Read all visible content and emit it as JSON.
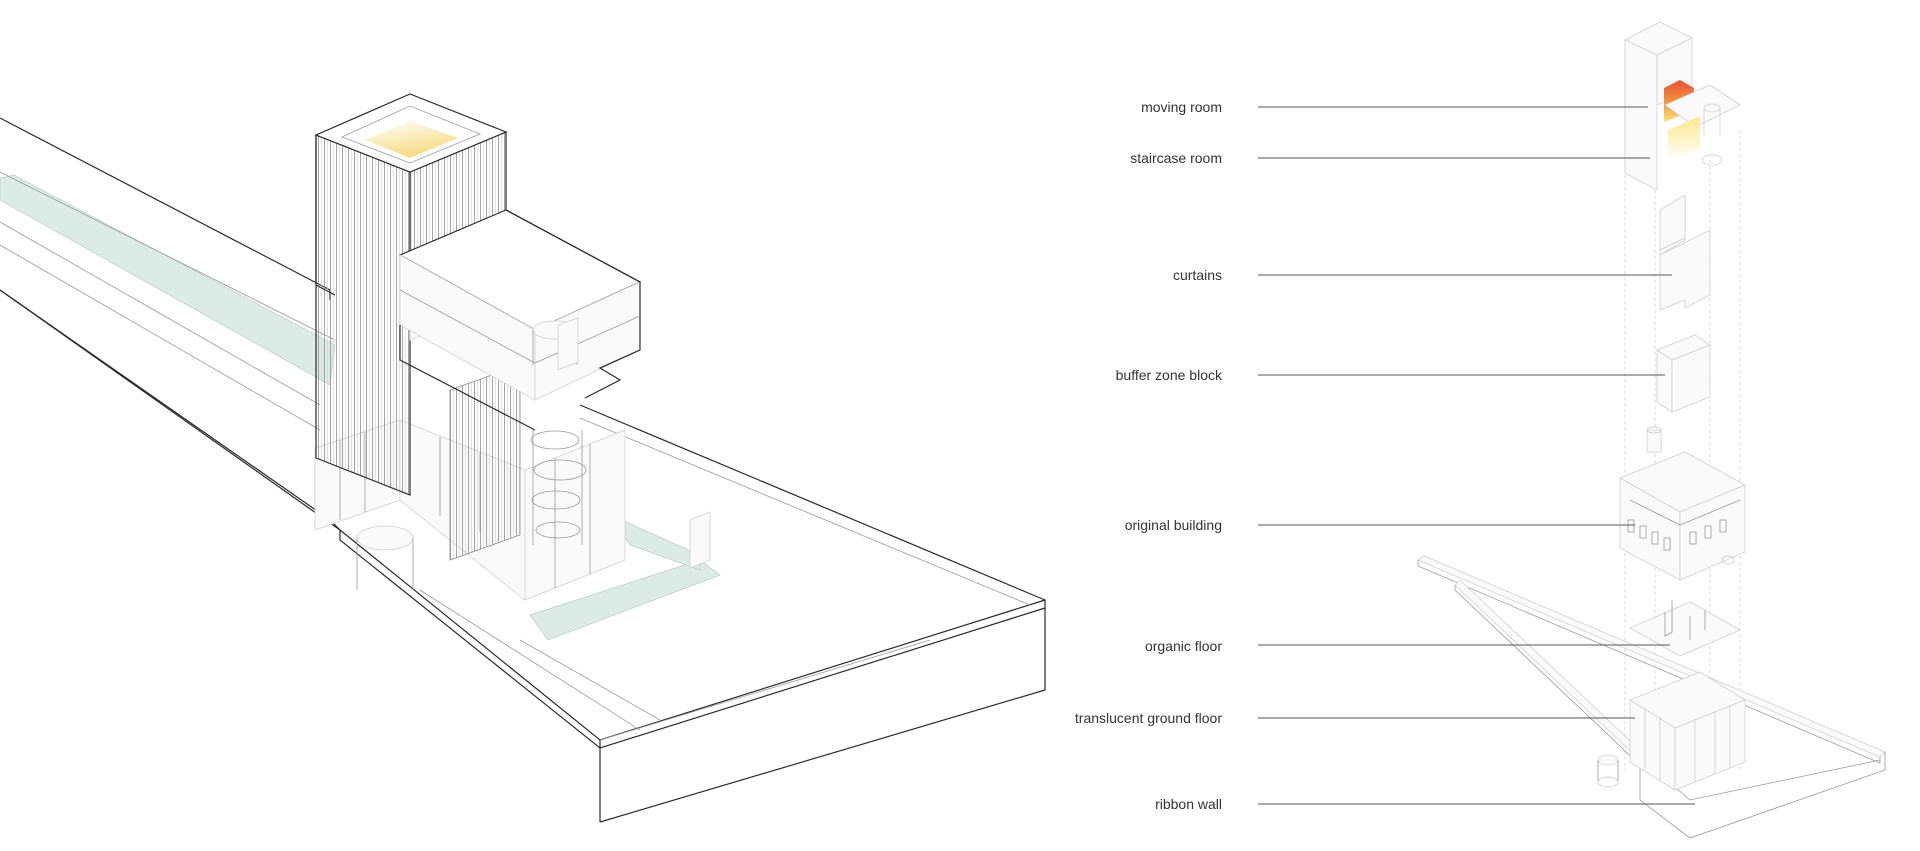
{
  "diagram": {
    "labels": [
      {
        "id": "moving-room",
        "text": "moving room"
      },
      {
        "id": "staircase-room",
        "text": "staircase room"
      },
      {
        "id": "curtains",
        "text": "curtains"
      },
      {
        "id": "buffer-zone-block",
        "text": "buffer zone block"
      },
      {
        "id": "original-building",
        "text": "original building"
      },
      {
        "id": "organic-floor",
        "text": "organic floor"
      },
      {
        "id": "translucent-ground-floor",
        "text": "translucent ground floor"
      },
      {
        "id": "ribbon-wall",
        "text": "ribbon wall"
      }
    ],
    "colors": {
      "line": "#2b2b2b",
      "thin_line": "#9a9a9a",
      "water": "#dcebe6",
      "glow_yellow": "#f7e6a0",
      "glow_orange": "#f08a3c",
      "glow_red": "#e8503a",
      "label_text": "#333333"
    }
  }
}
